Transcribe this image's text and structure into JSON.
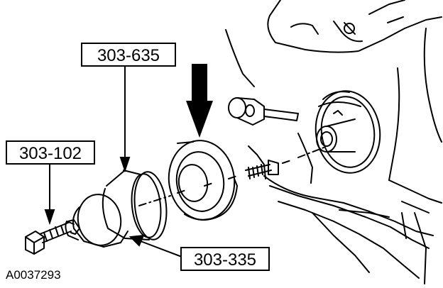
{
  "labels": {
    "tool_303_635": "303-635",
    "tool_303_102": "303-102",
    "tool_303_335": "303-335"
  },
  "figure_id": "A0037293"
}
